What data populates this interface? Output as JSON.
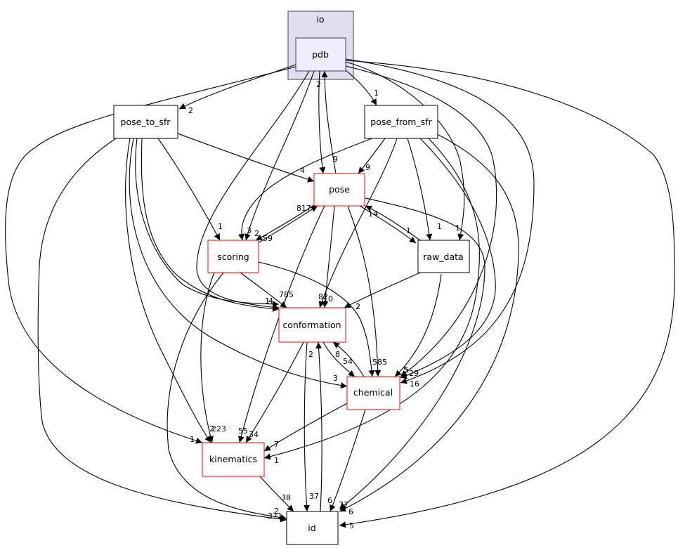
{
  "cluster": {
    "label": "io"
  },
  "nodes": {
    "pdb": "pdb",
    "pose_to_sfr": "pose_to_sfr",
    "pose_from_sfr": "pose_from_sfr",
    "pose": "pose",
    "scoring": "scoring",
    "raw_data": "raw_data",
    "conformation": "conformation",
    "chemical": "chemical",
    "kinematics": "kinematics",
    "id": "id"
  },
  "edge_labels": {
    "pdb_to_pose_to_sfr": "2",
    "pdb_to_pose_from_sfr": "1",
    "pdb_to_pose": "9",
    "pose_to_pdb": "2",
    "pdb_to_scoring": "3",
    "pdb_to_conformation": "1",
    "pdb_to_raw_data": "1",
    "pdb_to_chemical": "29",
    "pdb_to_kinematics": "1",
    "pdb_to_id": "5",
    "pdb_to_chemical_b": "16",
    "pose_to_sfr_to_pose": "4",
    "pose_to_sfr_to_scoring": "1",
    "pose_to_sfr_to_conformation": "4",
    "pose_to_sfr_to_chemical": "3",
    "pose_to_sfr_to_kinematics": "2",
    "pose_to_sfr_to_id": "2",
    "pose_from_sfr_to_pose": "9",
    "pose_from_sfr_to_scoring": "2",
    "pose_from_sfr_to_raw_data": "1",
    "pose_from_sfr_to_conformation": "10",
    "pose_from_sfr_to_chemical": "5",
    "pose_from_sfr_to_id": "6",
    "pose_to_scoring": "59",
    "scoring_to_pose": "817",
    "pose_to_raw_data": "1",
    "raw_data_to_pose": "14",
    "pose_to_conformation": "82",
    "pose_to_chemical": "585",
    "pose_to_kinematics": "55",
    "pose_to_id": "77",
    "scoring_to_conformation": "785",
    "scoring_to_chemical": "2",
    "scoring_to_kinematics": "223",
    "scoring_to_id": "371",
    "raw_data_to_conformation": "2",
    "raw_data_to_chemical": "5",
    "conformation_to_chemical": "54",
    "chemical_to_conformation": "8",
    "conformation_to_kinematics": "34",
    "conformation_to_id": "2",
    "id_to_conformation": "37",
    "chemical_to_kinematics": "7",
    "chemical_to_id": "6",
    "kinematics_to_id": "38"
  },
  "colors": {
    "cluster_fill": "#dfdfef",
    "cluster_stroke": "#404040",
    "focus_fill": "#eeeeff",
    "focus_stroke": "#404040",
    "plain_stroke": "#000000",
    "truncated_stroke": "#ff0000"
  }
}
